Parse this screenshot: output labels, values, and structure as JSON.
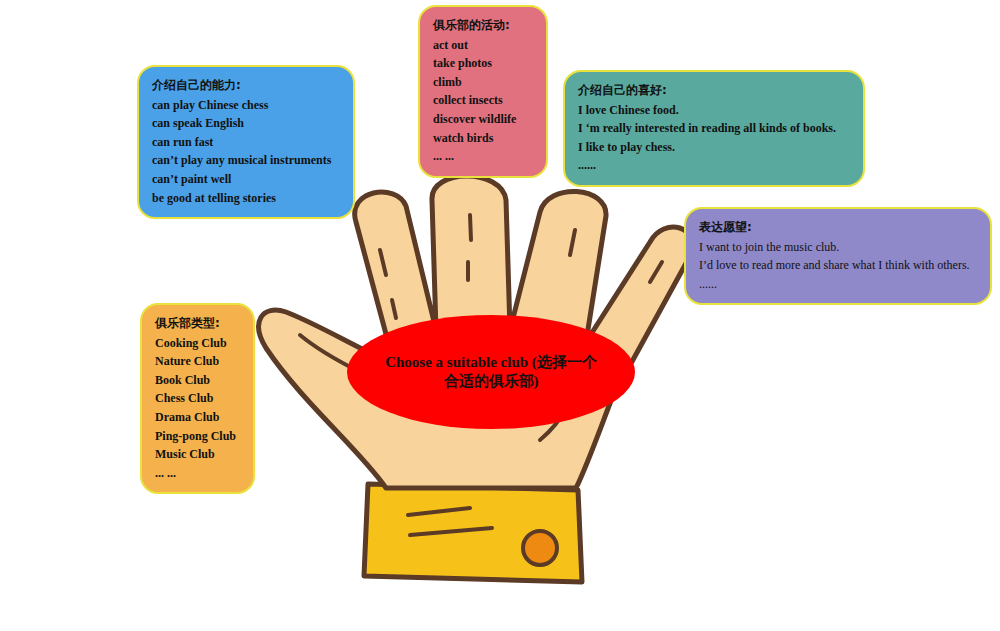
{
  "diagram": {
    "nodes": [
      {
        "text": [
          "俱乐部的活动:",
          "act out",
          "take photos",
          "climb",
          "collect insects",
          "discover wildlife",
          "watch birds",
          "... ..."
        ]
      },
      {
        "text": [
          "介绍自己的能力:",
          "can play Chinese chess",
          "can speak English",
          "can run fast",
          "can’t play any musical instruments",
          "can’t paint well",
          "be good at telling stories"
        ]
      },
      {
        "text": [
          "介绍自己的喜好:",
          "I love Chinese food.",
          "I ‘m really interested in reading all kinds of books.",
          "I like to play chess.",
          "......"
        ]
      },
      {
        "text": [
          "表达愿望:",
          "I want to join the music club.",
          "I’d love to read more and share what I think with others.",
          "......"
        ]
      },
      {
        "text": [
          "俱乐部类型:",
          "Cooking Club",
          "Nature Club",
          "Book Club",
          "Chess Club",
          "Drama Club",
          "Ping-pong Club",
          "Music Club",
          "... ..."
        ]
      },
      {
        "text": [
          "Choose a suitable club (选择一个合适的俱乐部)"
        ]
      }
    ]
  }
}
